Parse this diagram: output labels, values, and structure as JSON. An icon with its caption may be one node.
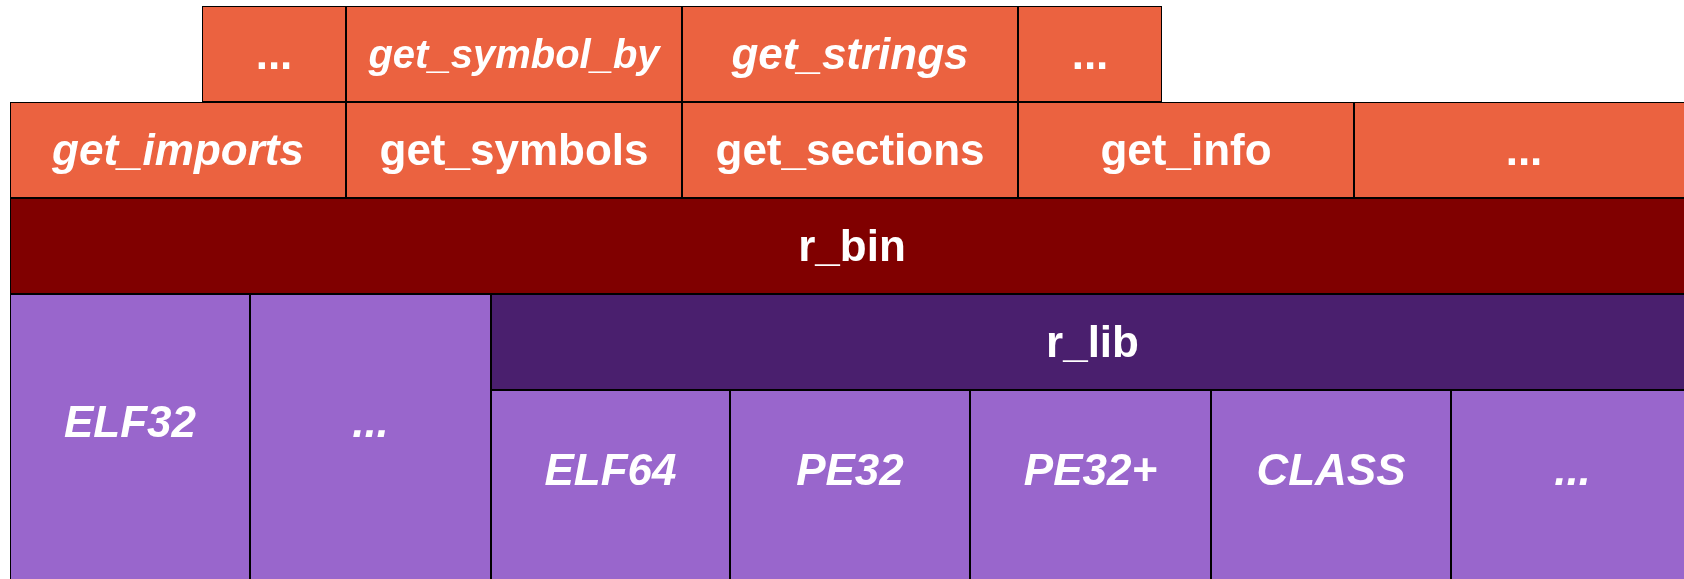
{
  "diagram": {
    "nodes": [
      {
        "text": [
          "..."
        ]
      },
      {
        "text": [
          "get_symbol_by"
        ]
      },
      {
        "text": [
          "get_strings"
        ]
      },
      {
        "text": [
          "..."
        ]
      },
      {
        "text": [
          "get_imports"
        ]
      },
      {
        "text": [
          "get_symbols"
        ]
      },
      {
        "text": [
          "get_sections"
        ]
      },
      {
        "text": [
          "get_info"
        ]
      },
      {
        "text": [
          "..."
        ]
      },
      {
        "text": [
          "r_bin"
        ]
      },
      {
        "text": [
          "ELF32"
        ]
      },
      {
        "text": [
          "..."
        ]
      },
      {
        "text": [
          "r_lib"
        ]
      },
      {
        "text": [
          "ELF64"
        ]
      },
      {
        "text": [
          "PE32"
        ]
      },
      {
        "text": [
          "PE32+"
        ]
      },
      {
        "text": [
          "CLASS"
        ]
      },
      {
        "text": [
          "..."
        ]
      }
    ]
  }
}
